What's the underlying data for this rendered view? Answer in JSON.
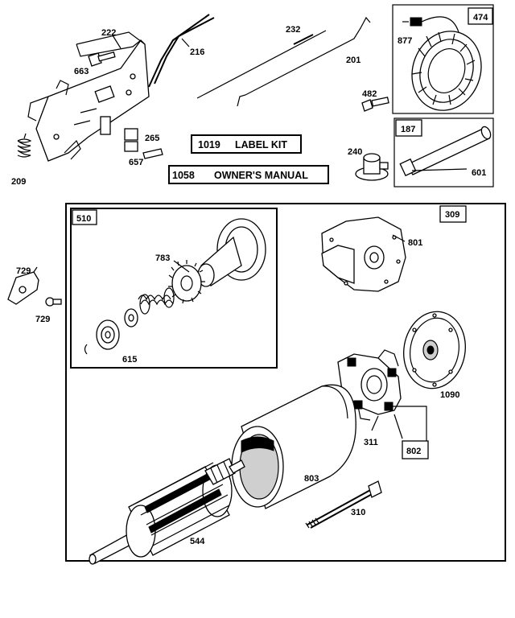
{
  "labels": {
    "p222": "222",
    "p663": "663",
    "p216": "216",
    "p232": "232",
    "p201": "201",
    "p474": "474",
    "p877": "877",
    "p482": "482",
    "p187": "187",
    "p601": "601",
    "p240": "240",
    "p265": "265",
    "p657": "657",
    "p209": "209",
    "p510": "510",
    "p309": "309",
    "p783": "783",
    "p615": "615",
    "p801": "801",
    "p729a": "729",
    "p729b": "729",
    "p1090": "1090",
    "p311": "311",
    "p802": "802",
    "p803": "803",
    "p310": "310",
    "p544": "544"
  },
  "kits": {
    "label_kit_number": "1019",
    "label_kit_text": "LABEL KIT",
    "manual_number": "1058",
    "manual_text": "OWNER'S MANUAL"
  }
}
